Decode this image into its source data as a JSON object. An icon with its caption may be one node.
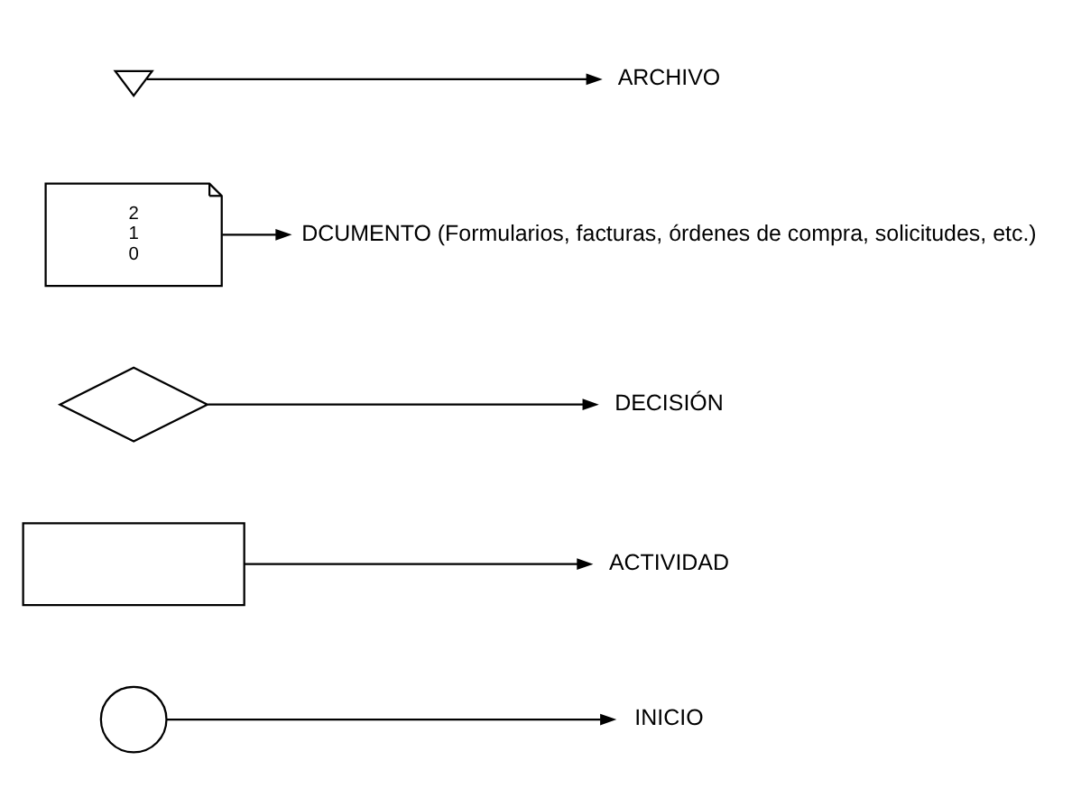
{
  "diagram": {
    "nodes": [
      {
        "text": [],
        "shape": "circle"
      },
      {
        "text": [
          "INICIO"
        ]
      },
      {
        "text": [],
        "shape": "box"
      },
      {
        "text": [
          "ACTIVIDAD"
        ]
      },
      {
        "text": [],
        "shape": "diamond"
      },
      {
        "text": [
          "DECISIÓN"
        ]
      },
      {
        "text": [
          "2",
          "1",
          "0"
        ]
      },
      {
        "text": [
          "DCUMENTO (Formularios, facturas, órdenes de compra, solicitudes, etc.)"
        ]
      },
      {
        "text": [],
        "shape": "triangle"
      },
      {
        "text": [
          "ARCHIVO"
        ]
      }
    ],
    "edges": [
      {
        "from": 0,
        "to": 1,
        "arrow": "to"
      },
      {
        "from": 2,
        "to": 3,
        "arrow": "to"
      },
      {
        "from": 4,
        "to": 5,
        "arrow": "to"
      },
      {
        "from": 6,
        "to": 7,
        "arrow": "to"
      },
      {
        "from": 8,
        "to": 9,
        "arrow": "to"
      }
    ]
  }
}
